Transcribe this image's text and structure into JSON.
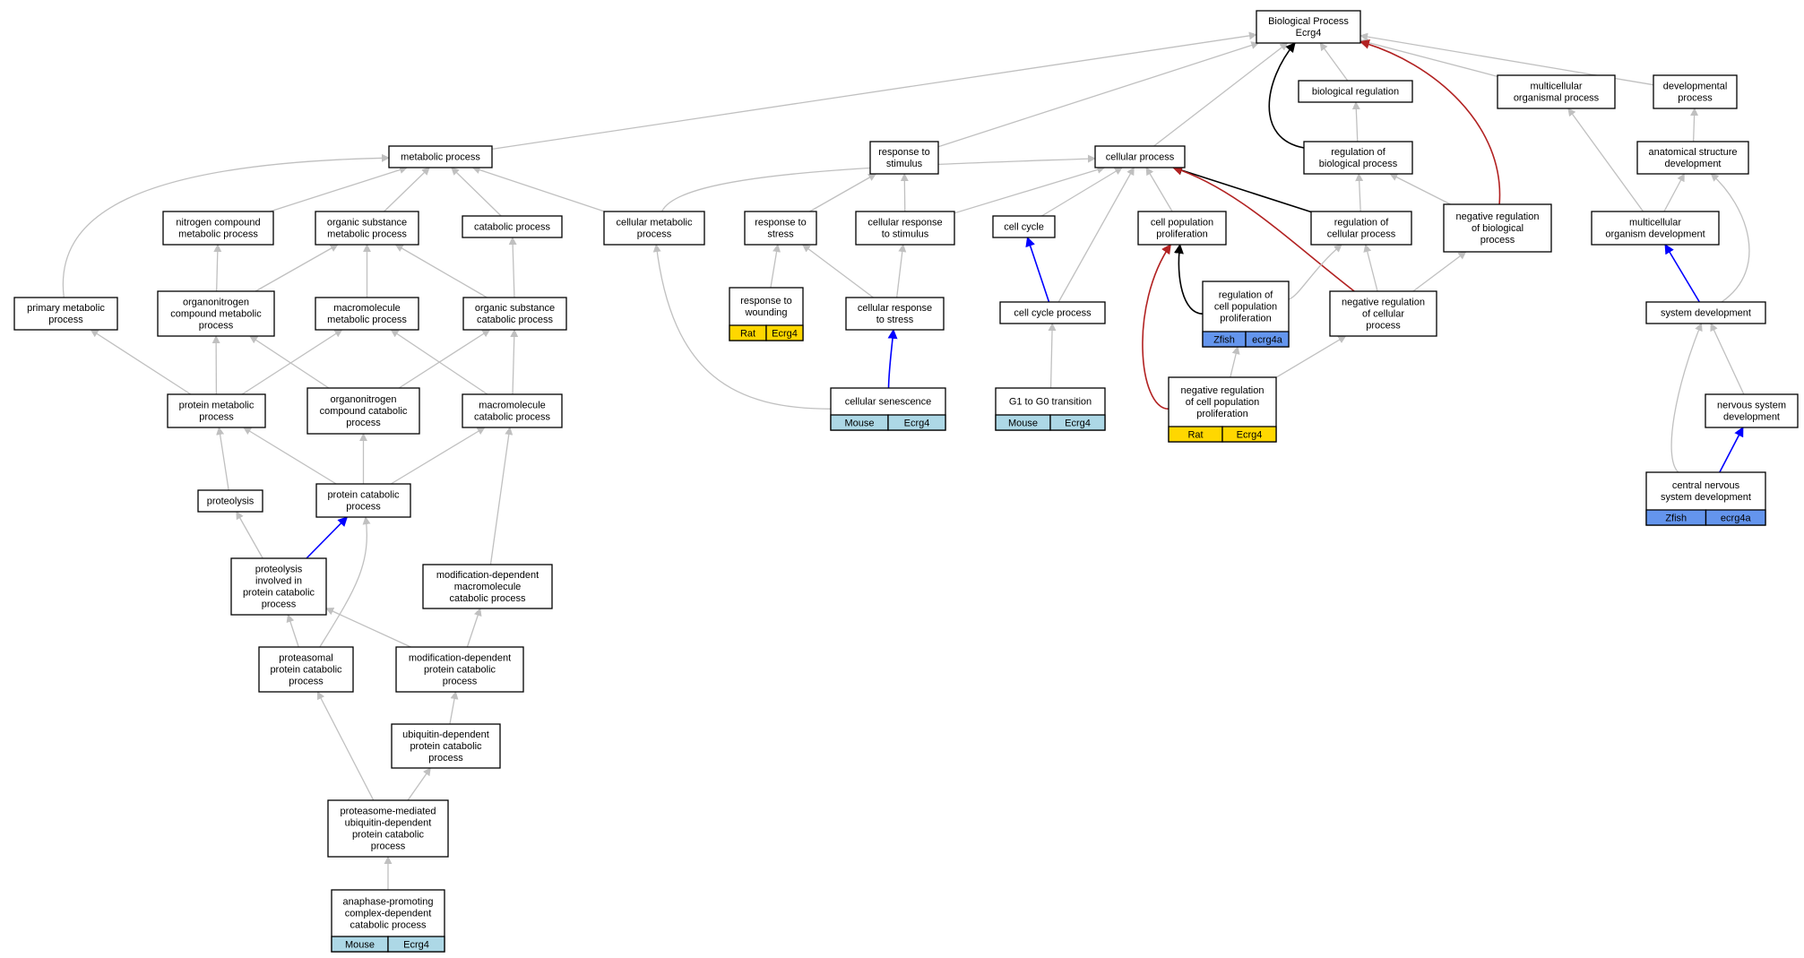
{
  "colors": {
    "mouse": "#add8e6",
    "rat": "#ffd700",
    "zfish": "#6495ed",
    "edge_is_a": "#c0c0c0",
    "edge_regulates": "#000000",
    "edge_positively_regulates": "#0000ff",
    "edge_negatively_regulates": "#b22222"
  },
  "nodes": [
    {
      "id": "bp",
      "lines": [
        "Biological Process",
        "Ecrg4"
      ]
    },
    {
      "id": "metabolic",
      "lines": [
        "metabolic process"
      ]
    },
    {
      "id": "resp_stim",
      "lines": [
        "response to",
        "stimulus"
      ]
    },
    {
      "id": "cellular",
      "lines": [
        "cellular process"
      ]
    },
    {
      "id": "bioreg",
      "lines": [
        "biological regulation"
      ]
    },
    {
      "id": "multiorg",
      "lines": [
        "multicellular",
        "organismal process"
      ]
    },
    {
      "id": "devproc",
      "lines": [
        "developmental",
        "process"
      ]
    },
    {
      "id": "regbio",
      "lines": [
        "regulation of",
        "biological process"
      ]
    },
    {
      "id": "anatdev",
      "lines": [
        "anatomical structure",
        "development"
      ]
    },
    {
      "id": "nitrogen",
      "lines": [
        "nitrogen compound",
        "metabolic process"
      ]
    },
    {
      "id": "orgsub",
      "lines": [
        "organic substance",
        "metabolic process"
      ]
    },
    {
      "id": "catabolic",
      "lines": [
        "catabolic process"
      ]
    },
    {
      "id": "cellmet",
      "lines": [
        "cellular metabolic",
        "process"
      ]
    },
    {
      "id": "resp_stress",
      "lines": [
        "response to",
        "stress"
      ]
    },
    {
      "id": "cell_resp_stim",
      "lines": [
        "cellular response",
        "to stimulus"
      ]
    },
    {
      "id": "cellcycle",
      "lines": [
        "cell cycle"
      ]
    },
    {
      "id": "cellpop",
      "lines": [
        "cell population",
        "proliferation"
      ]
    },
    {
      "id": "regcell",
      "lines": [
        "regulation of",
        "cellular process"
      ]
    },
    {
      "id": "negregbio",
      "lines": [
        "negative regulation",
        "of biological",
        "process"
      ]
    },
    {
      "id": "multidev",
      "lines": [
        "multicellular",
        "organism development"
      ]
    },
    {
      "id": "primary",
      "lines": [
        "primary metabolic",
        "process"
      ]
    },
    {
      "id": "orgnitro_met",
      "lines": [
        "organonitrogen",
        "compound metabolic",
        "process"
      ]
    },
    {
      "id": "macro_met",
      "lines": [
        "macromolecule",
        "metabolic process"
      ]
    },
    {
      "id": "orgsub_cat",
      "lines": [
        "organic substance",
        "catabolic process"
      ]
    },
    {
      "id": "wounding",
      "lines": [
        "response to",
        "wounding"
      ],
      "species": "Rat",
      "gene": "Ecrg4"
    },
    {
      "id": "cell_resp_stress",
      "lines": [
        "cellular response",
        "to stress"
      ]
    },
    {
      "id": "cc_process",
      "lines": [
        "cell cycle process"
      ]
    },
    {
      "id": "reg_cellpop",
      "lines": [
        "regulation of",
        "cell population",
        "proliferation"
      ],
      "species": "Zfish",
      "gene": "ecrg4a"
    },
    {
      "id": "negregcell",
      "lines": [
        "negative regulation",
        "of cellular",
        "process"
      ]
    },
    {
      "id": "sysdev",
      "lines": [
        "system development"
      ]
    },
    {
      "id": "protmet",
      "lines": [
        "protein metabolic",
        "process"
      ]
    },
    {
      "id": "orgnitro_cat",
      "lines": [
        "organonitrogen",
        "compound catabolic",
        "process"
      ]
    },
    {
      "id": "macro_cat",
      "lines": [
        "macromolecule",
        "catabolic process"
      ]
    },
    {
      "id": "senescence",
      "lines": [
        "cellular senescence"
      ],
      "species": "Mouse",
      "gene": "Ecrg4"
    },
    {
      "id": "g1g0",
      "lines": [
        "G1 to G0 transition"
      ],
      "species": "Mouse",
      "gene": "Ecrg4"
    },
    {
      "id": "negreg_cellpop",
      "lines": [
        "negative regulation",
        "of cell population",
        "proliferation"
      ],
      "species": "Rat",
      "gene": "Ecrg4"
    },
    {
      "id": "nsdev",
      "lines": [
        "nervous system",
        "development"
      ]
    },
    {
      "id": "proteolysis",
      "lines": [
        "proteolysis"
      ]
    },
    {
      "id": "protcat",
      "lines": [
        "protein catabolic",
        "process"
      ]
    },
    {
      "id": "cnsdev",
      "lines": [
        "central nervous",
        "system development"
      ],
      "species": "Zfish",
      "gene": "ecrg4a"
    },
    {
      "id": "proteo_inv",
      "lines": [
        "proteolysis",
        "involved in",
        "protein catabolic",
        "process"
      ]
    },
    {
      "id": "moddep_macro",
      "lines": [
        "modification-dependent",
        "macromolecule",
        "catabolic process"
      ]
    },
    {
      "id": "proteasomal",
      "lines": [
        "proteasomal",
        "protein catabolic",
        "process"
      ]
    },
    {
      "id": "moddep_prot",
      "lines": [
        "modification-dependent",
        "protein catabolic",
        "process"
      ]
    },
    {
      "id": "ubiq",
      "lines": [
        "ubiquitin-dependent",
        "protein catabolic",
        "process"
      ]
    },
    {
      "id": "proteasome_med",
      "lines": [
        "proteasome-mediated",
        "ubiquitin-dependent",
        "protein catabolic",
        "process"
      ]
    },
    {
      "id": "apc",
      "lines": [
        "anaphase-promoting",
        "complex-dependent",
        "catabolic process"
      ],
      "species": "Mouse",
      "gene": "Ecrg4"
    }
  ],
  "edges": [
    {
      "from": "metabolic",
      "to": "bp",
      "type": "is_a"
    },
    {
      "from": "resp_stim",
      "to": "bp",
      "type": "is_a"
    },
    {
      "from": "cellular",
      "to": "bp",
      "type": "is_a"
    },
    {
      "from": "bioreg",
      "to": "bp",
      "type": "is_a"
    },
    {
      "from": "multiorg",
      "to": "bp",
      "type": "is_a"
    },
    {
      "from": "devproc",
      "to": "bp",
      "type": "is_a"
    },
    {
      "from": "regbio",
      "to": "bp",
      "type": "regulates"
    },
    {
      "from": "negregbio",
      "to": "bp",
      "type": "negatively_regulates"
    },
    {
      "from": "regbio",
      "to": "bioreg",
      "type": "is_a"
    },
    {
      "from": "anatdev",
      "to": "devproc",
      "type": "is_a"
    },
    {
      "from": "nitrogen",
      "to": "metabolic",
      "type": "is_a"
    },
    {
      "from": "orgsub",
      "to": "metabolic",
      "type": "is_a"
    },
    {
      "from": "catabolic",
      "to": "metabolic",
      "type": "is_a"
    },
    {
      "from": "cellmet",
      "to": "metabolic",
      "type": "is_a"
    },
    {
      "from": "primary",
      "to": "metabolic",
      "type": "is_a"
    },
    {
      "from": "cellmet",
      "to": "cellular",
      "type": "is_a"
    },
    {
      "from": "resp_stress",
      "to": "resp_stim",
      "type": "is_a"
    },
    {
      "from": "cell_resp_stim",
      "to": "resp_stim",
      "type": "is_a"
    },
    {
      "from": "cell_resp_stim",
      "to": "cellular",
      "type": "is_a"
    },
    {
      "from": "cellcycle",
      "to": "cellular",
      "type": "is_a"
    },
    {
      "from": "cellpop",
      "to": "cellular",
      "type": "is_a"
    },
    {
      "from": "regcell",
      "to": "cellular",
      "type": "regulates"
    },
    {
      "from": "cc_process",
      "to": "cellular",
      "type": "is_a"
    },
    {
      "from": "negregcell",
      "to": "cellular",
      "type": "negatively_regulates"
    },
    {
      "from": "regcell",
      "to": "regbio",
      "type": "is_a"
    },
    {
      "from": "negregbio",
      "to": "regbio",
      "type": "is_a"
    },
    {
      "from": "multidev",
      "to": "multiorg",
      "type": "is_a"
    },
    {
      "from": "multidev",
      "to": "anatdev",
      "type": "is_a"
    },
    {
      "from": "sysdev",
      "to": "anatdev",
      "type": "is_a"
    },
    {
      "from": "orgnitro_met",
      "to": "nitrogen",
      "type": "is_a"
    },
    {
      "from": "orgnitro_met",
      "to": "orgsub",
      "type": "is_a"
    },
    {
      "from": "macro_met",
      "to": "orgsub",
      "type": "is_a"
    },
    {
      "from": "orgsub_cat",
      "to": "orgsub",
      "type": "is_a"
    },
    {
      "from": "orgsub_cat",
      "to": "catabolic",
      "type": "is_a"
    },
    {
      "from": "protmet",
      "to": "primary",
      "type": "is_a"
    },
    {
      "from": "protmet",
      "to": "orgnitro_met",
      "type": "is_a"
    },
    {
      "from": "protmet",
      "to": "macro_met",
      "type": "is_a"
    },
    {
      "from": "orgnitro_cat",
      "to": "orgnitro_met",
      "type": "is_a"
    },
    {
      "from": "orgnitro_cat",
      "to": "orgsub_cat",
      "type": "is_a"
    },
    {
      "from": "macro_cat",
      "to": "macro_met",
      "type": "is_a"
    },
    {
      "from": "macro_cat",
      "to": "orgsub_cat",
      "type": "is_a"
    },
    {
      "from": "wounding",
      "to": "resp_stress",
      "type": "is_a"
    },
    {
      "from": "cell_resp_stress",
      "to": "resp_stress",
      "type": "is_a"
    },
    {
      "from": "cell_resp_stress",
      "to": "cell_resp_stim",
      "type": "is_a"
    },
    {
      "from": "senescence",
      "to": "cell_resp_stress",
      "type": "positively_regulates"
    },
    {
      "from": "senescence",
      "to": "cellmet",
      "type": "is_a"
    },
    {
      "from": "cc_process",
      "to": "cellcycle",
      "type": "positively_regulates"
    },
    {
      "from": "g1g0",
      "to": "cc_process",
      "type": "is_a"
    },
    {
      "from": "reg_cellpop",
      "to": "cellpop",
      "type": "regulates"
    },
    {
      "from": "reg_cellpop",
      "to": "regcell",
      "type": "is_a"
    },
    {
      "from": "negreg_cellpop",
      "to": "cellpop",
      "type": "negatively_regulates"
    },
    {
      "from": "negreg_cellpop",
      "to": "reg_cellpop",
      "type": "is_a"
    },
    {
      "from": "negreg_cellpop",
      "to": "negregcell",
      "type": "is_a"
    },
    {
      "from": "negregcell",
      "to": "regcell",
      "type": "is_a"
    },
    {
      "from": "negregcell",
      "to": "negregbio",
      "type": "is_a"
    },
    {
      "from": "sysdev",
      "to": "multidev",
      "type": "positively_regulates"
    },
    {
      "from": "nsdev",
      "to": "sysdev",
      "type": "is_a"
    },
    {
      "from": "cnsdev",
      "to": "nsdev",
      "type": "positively_regulates"
    },
    {
      "from": "cnsdev",
      "to": "sysdev",
      "type": "is_a"
    },
    {
      "from": "proteolysis",
      "to": "protmet",
      "type": "is_a"
    },
    {
      "from": "protcat",
      "to": "protmet",
      "type": "is_a"
    },
    {
      "from": "protcat",
      "to": "orgnitro_cat",
      "type": "is_a"
    },
    {
      "from": "protcat",
      "to": "macro_cat",
      "type": "is_a"
    },
    {
      "from": "moddep_macro",
      "to": "macro_cat",
      "type": "is_a"
    },
    {
      "from": "proteo_inv",
      "to": "proteolysis",
      "type": "is_a"
    },
    {
      "from": "proteo_inv",
      "to": "protcat",
      "type": "positively_regulates"
    },
    {
      "from": "proteasomal",
      "to": "proteo_inv",
      "type": "is_a"
    },
    {
      "from": "proteasomal",
      "to": "protcat",
      "type": "is_a"
    },
    {
      "from": "moddep_prot",
      "to": "proteo_inv",
      "type": "is_a"
    },
    {
      "from": "moddep_prot",
      "to": "moddep_macro",
      "type": "is_a"
    },
    {
      "from": "ubiq",
      "to": "moddep_prot",
      "type": "is_a"
    },
    {
      "from": "proteasome_med",
      "to": "proteasomal",
      "type": "is_a"
    },
    {
      "from": "proteasome_med",
      "to": "ubiq",
      "type": "is_a"
    },
    {
      "from": "apc",
      "to": "proteasome_med",
      "type": "is_a"
    }
  ]
}
